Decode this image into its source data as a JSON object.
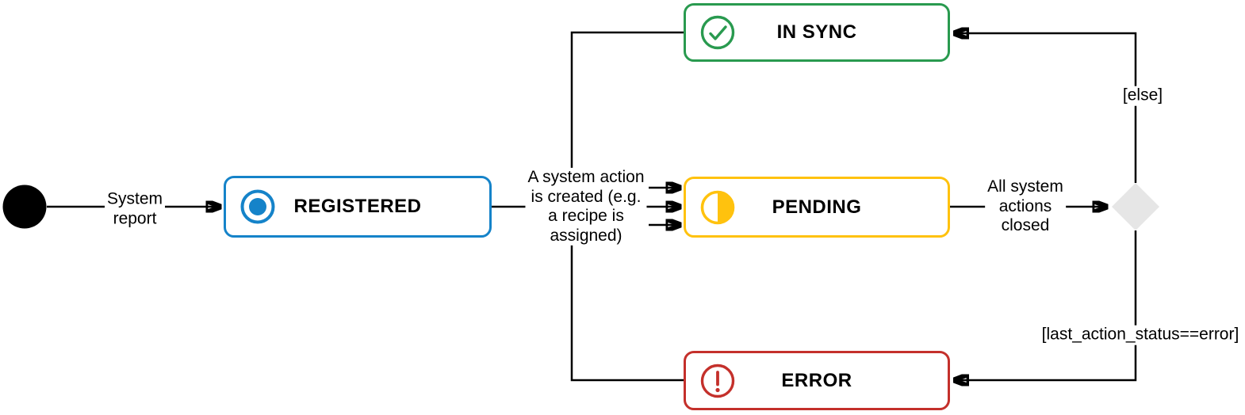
{
  "diagram": {
    "type": "state-machine",
    "initial_node": {
      "shape": "filled-circle"
    },
    "states": [
      {
        "id": "registered",
        "label": "REGISTERED",
        "icon": "dot-circle-icon"
      },
      {
        "id": "pending",
        "label": "PENDING",
        "icon": "half-circle-icon"
      },
      {
        "id": "in_sync",
        "label": "IN SYNC",
        "icon": "check-circle-icon"
      },
      {
        "id": "error",
        "label": "ERROR",
        "icon": "exclamation-circle-icon"
      }
    ],
    "decision_node": {
      "shape": "diamond"
    },
    "edges": {
      "system_report": "System\nreport",
      "action_created": "A system action\nis created (e.g.\na recipe is\nassigned)",
      "all_actions_closed": "All system\nactions\nclosed",
      "else_guard": "[else]",
      "error_guard": "[last_action_status==error]"
    },
    "colors": {
      "registered": "#1583C9",
      "pending": "#FFC20E",
      "in_sync": "#299A4F",
      "error": "#C4302B",
      "diamond": "#E6E6E6",
      "line": "#000000"
    }
  }
}
